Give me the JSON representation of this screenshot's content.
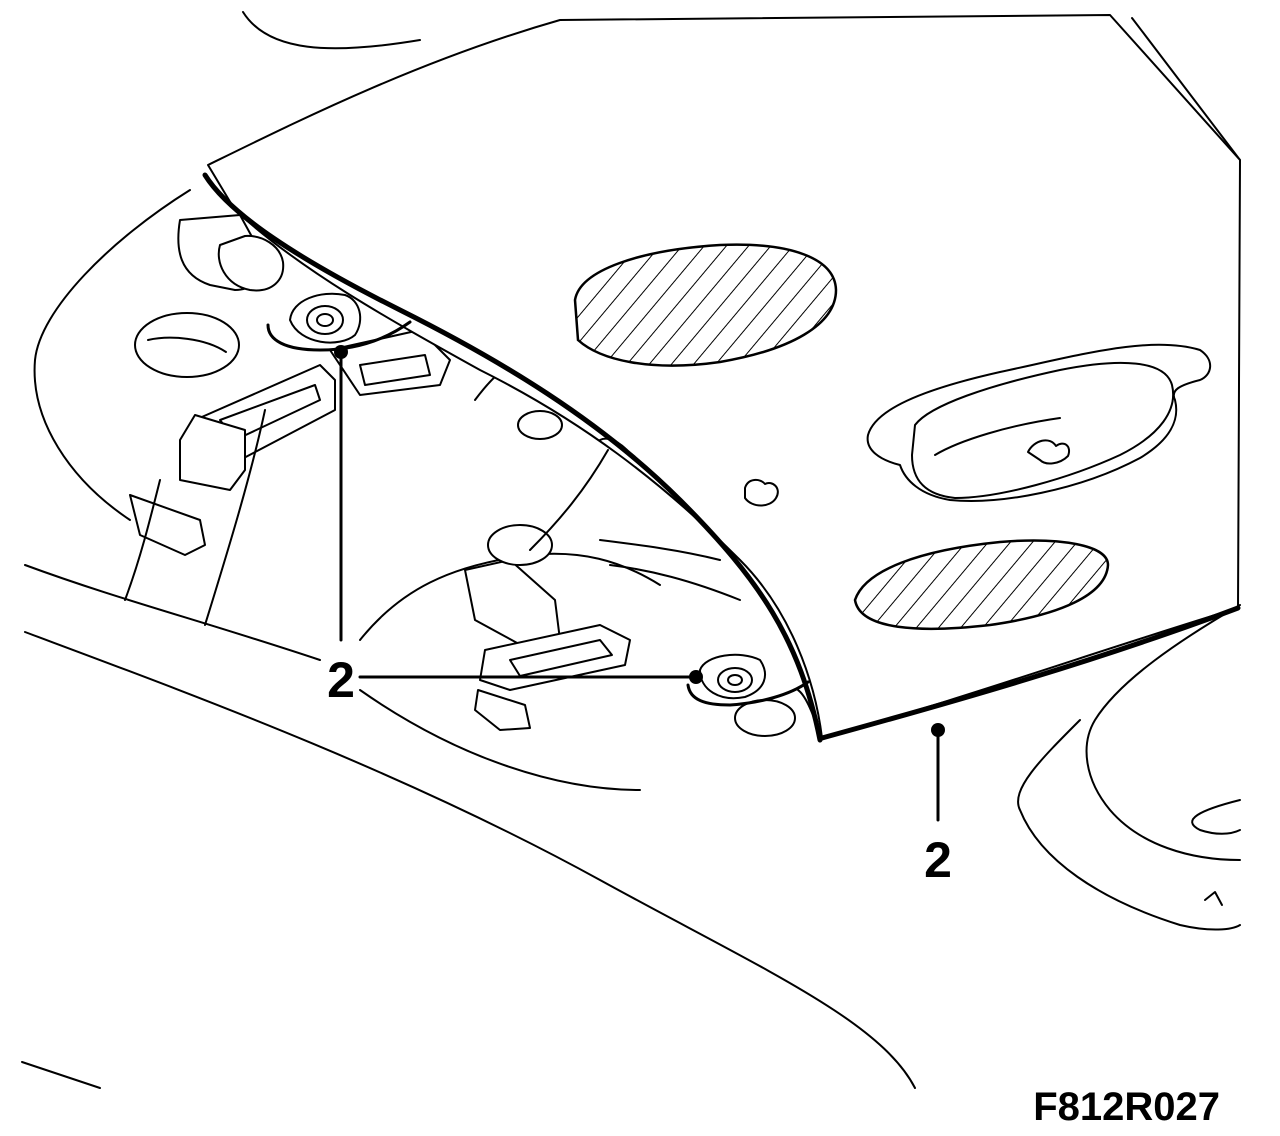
{
  "figure": {
    "reference_code": "F812R027",
    "callouts": [
      {
        "id": "callout-a",
        "label": "2"
      },
      {
        "id": "callout-b",
        "label": "2"
      }
    ]
  }
}
